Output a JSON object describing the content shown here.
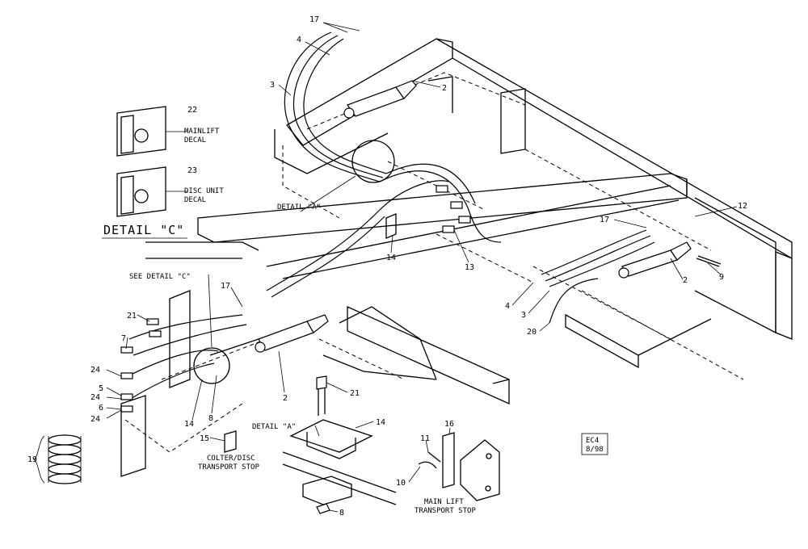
{
  "callouts": [
    {
      "id": "c17a",
      "text": "17"
    },
    {
      "id": "c4a",
      "text": "4"
    },
    {
      "id": "c3a",
      "text": "3"
    },
    {
      "id": "c2a",
      "text": "2"
    },
    {
      "id": "c22",
      "text": "22"
    },
    {
      "id": "c23",
      "text": "23"
    },
    {
      "id": "c12",
      "text": "12"
    },
    {
      "id": "c17b",
      "text": "17"
    },
    {
      "id": "c9",
      "text": "9"
    },
    {
      "id": "c2b",
      "text": "2"
    },
    {
      "id": "c4b",
      "text": "4"
    },
    {
      "id": "c3b",
      "text": "3"
    },
    {
      "id": "c20",
      "text": "20"
    },
    {
      "id": "c14a",
      "text": "14"
    },
    {
      "id": "c13",
      "text": "13"
    },
    {
      "id": "c17c",
      "text": "17"
    },
    {
      "id": "c21a",
      "text": "21"
    },
    {
      "id": "c7",
      "text": "7"
    },
    {
      "id": "c24a",
      "text": "24"
    },
    {
      "id": "c5",
      "text": "5"
    },
    {
      "id": "c24b",
      "text": "24"
    },
    {
      "id": "c6",
      "text": "6"
    },
    {
      "id": "c24c",
      "text": "24"
    },
    {
      "id": "c14b",
      "text": "14"
    },
    {
      "id": "c8a",
      "text": "8"
    },
    {
      "id": "c2c",
      "text": "2"
    },
    {
      "id": "c19",
      "text": "19"
    },
    {
      "id": "c15",
      "text": "15"
    },
    {
      "id": "c21b",
      "text": "21"
    },
    {
      "id": "c14c",
      "text": "14"
    },
    {
      "id": "c8b",
      "text": "8"
    },
    {
      "id": "c16",
      "text": "16"
    },
    {
      "id": "c11",
      "text": "11"
    },
    {
      "id": "c10",
      "text": "10"
    }
  ],
  "captions": {
    "mainlift_decal_1": "MAINLIFT",
    "mainlift_decal_2": "DECAL",
    "disc_unit_decal_1": "DISC UNIT",
    "disc_unit_decal_2": "DECAL",
    "detail_c_title": "DETAIL \"C\"",
    "see_detail_c": "SEE DETAIL \"C\"",
    "detail_a_upper": "DETAIL \"A\"",
    "detail_a_lower": "DETAIL \"A\"",
    "colter_stop_1": "COLTER/DISC",
    "colter_stop_2": "TRANSPORT STOP",
    "main_lift_stop_1": "MAIN LIFT",
    "main_lift_stop_2": "TRANSPORT STOP"
  },
  "stamp": {
    "line1": "EC4",
    "line2": "8/98"
  }
}
